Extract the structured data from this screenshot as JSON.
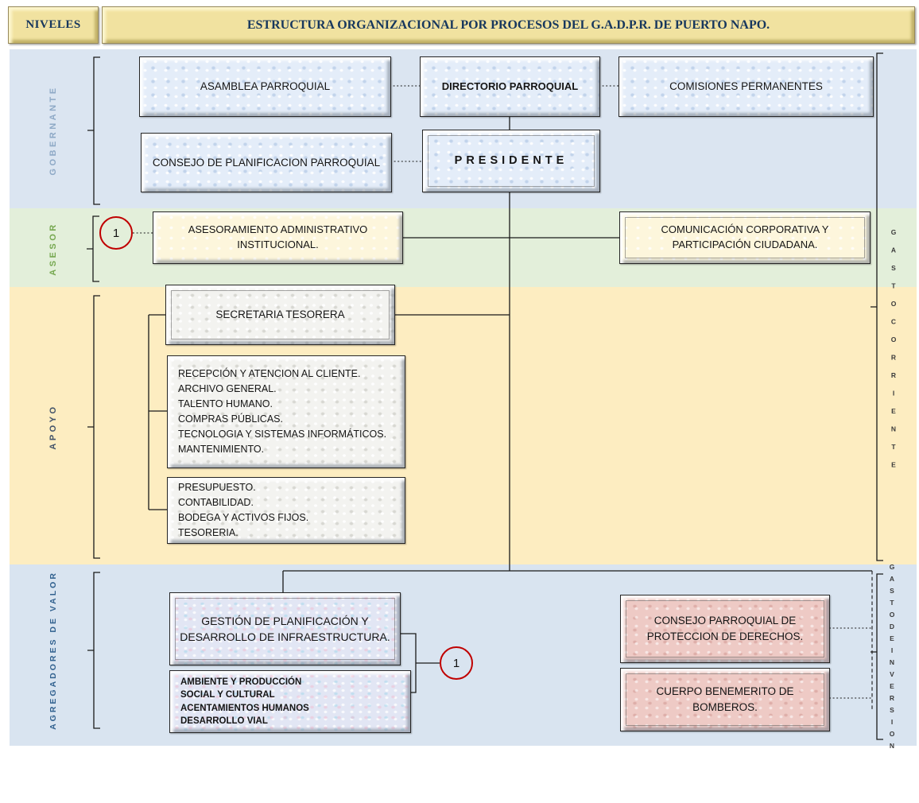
{
  "header": {
    "niveles_label": "NIVELES",
    "title": "ESTRUCTURA ORGANIZACIONAL POR PROCESOS DEL G.A.D.P.R. DE PUERTO NAPO."
  },
  "levels": {
    "gobernante": "GOBERNANTE",
    "asesor": "ASESOR",
    "apoyo": "APOYO",
    "agregadores": "AGREGADORES DE VALOR"
  },
  "expense_labels": {
    "corriente": "GASTOCORRIENTE",
    "inversion": "GASTODEINVERSION"
  },
  "badges": {
    "asesor_ref": "1",
    "valor_ref": "1"
  },
  "boxes": {
    "asamblea": "ASAMBLEA PARROQUIAL",
    "directorio": "DIRECTORIO PARROQUIAL",
    "comisiones": "COMISIONES PERMANENTES",
    "consejo_planificacion": "CONSEJO DE PLANIFICACION PARROQUIAL",
    "presidente": "PRESIDENTE",
    "asesoramiento": "ASESORAMIENTO ADMINISTRATIVO\nINSTITUCIONAL.",
    "comunicacion": "COMUNICACIÓN CORPORATIVA Y\nPARTICIPACIÓN CIUDADANA.",
    "secretaria": "SECRETARIA TESORERA",
    "unidades_apoyo": "RECEPCIÓN Y ATENCION AL CLIENTE.\nARCHIVO GENERAL.\nTALENTO HUMANO.\nCOMPRAS PÚBLICAS.\nTECNOLOGIA Y SISTEMAS INFORMÁTICOS.\nMANTENIMIENTO.",
    "financiero": "PRESUPUESTO.\nCONTABILIDAD.\nBODEGA Y ACTIVOS FIJOS.\nTESORERIA.",
    "gestion": "GESTIÓN DE PLANIFICACIÓN Y\nDESARROLLO DE INFRAESTRUCTURA.",
    "areas_valor": "AMBIENTE Y PRODUCCIÓN\nSOCIAL Y CULTURAL\nACENTAMIENTOS HUMANOS\nDESARROLLO VIAL",
    "consejo_derechos": "CONSEJO PARROQUIAL DE\nPROTECCION DE DERECHOS.",
    "bomberos": "CUERPO BENEMERITO DE\nBOMBEROS."
  },
  "colors": {
    "band_gobernante": "#dbe5f1",
    "band_asesor": "#e3efda",
    "band_apoyo": "#fdedc1",
    "band_agregadores": "#d9e4f0",
    "header_fill": "#f1e2a0",
    "header_text": "#17375d",
    "circle_ring": "#c00000"
  }
}
